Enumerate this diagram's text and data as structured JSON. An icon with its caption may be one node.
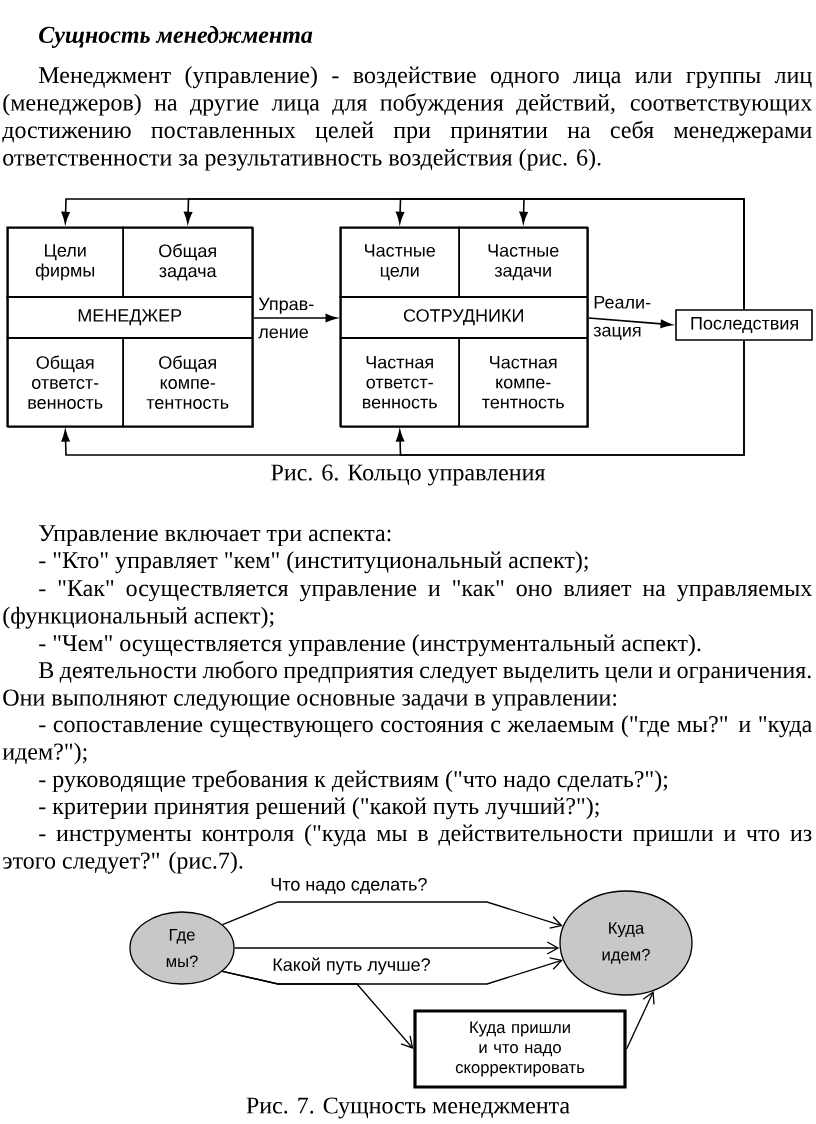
{
  "diagram": {
    "title": "Сущность менеджмента",
    "nodes": [
      {
        "text": [],
        "shape": "box"
      },
      {
        "text": [
          "Цели фирмы"
        ],
        "in": 0
      },
      {
        "text": [
          "Общая задача"
        ],
        "in": 0
      },
      {
        "text": [
          "МЕНЕДЖЕР"
        ],
        "in": 0
      },
      {
        "text": [
          "Общая ответст- венность"
        ],
        "in": 0
      },
      {
        "text": [
          "Общая компе- тентность"
        ],
        "in": 0
      },
      {
        "text": [],
        "shape": "box"
      },
      {
        "text": [
          "Частные цели"
        ],
        "in": 6
      },
      {
        "text": [
          "Частные задачи"
        ],
        "in": 6
      },
      {
        "text": [
          "СОТРУДНИКИ"
        ],
        "in": 6
      },
      {
        "text": [
          "Частная ответст- венность"
        ],
        "in": 6
      },
      {
        "text": [
          "Частная компе- тентность"
        ],
        "in": 6
      },
      {
        "text": [
          "Последствия"
        ]
      },
      {
        "text": [
          "Где мы?"
        ]
      },
      {
        "text": [
          "Куда идем?"
        ]
      },
      {
        "text": [
          "Куда пришли и что надо скорректировать"
        ]
      }
    ],
    "edges": [
      {
        "from": 0,
        "to": 6,
        "arrow": "to",
        "label": "Управ- ление"
      },
      {
        "from": 6,
        "to": 12,
        "arrow": "to",
        "label": "Реали- зация"
      },
      {
        "from": 12,
        "to": 1,
        "arrow": "to"
      },
      {
        "from": 12,
        "to": 2,
        "arrow": "to"
      },
      {
        "from": 12,
        "to": 7,
        "arrow": "to"
      },
      {
        "from": 12,
        "to": 8,
        "arrow": "to"
      },
      {
        "from": 12,
        "to": 4,
        "arrow": "to"
      },
      {
        "from": 12,
        "to": 10,
        "arrow": "to"
      },
      {
        "from": 13,
        "to": 14,
        "arrow": "to",
        "label": "Что надо сделать?"
      },
      {
        "from": 13,
        "to": 14,
        "arrow": "to"
      },
      {
        "from": 13,
        "to": 14,
        "arrow": "to",
        "label": "Какой путь лучше?"
      },
      {
        "from": 13,
        "to": 15,
        "arrow": "to"
      },
      {
        "from": 15,
        "to": 14,
        "arrow": "to"
      }
    ],
    "labels": [
      "Менеджмент (управление) - воздействие одного лица или группы лиц (менеджеров) на другие лица для побуждения действий, соответствующих достижению поставленных целей при принятии на себя менеджерами ответственности за результативность воздействия (рис. 6).",
      "Рис. 6. Кольцо управления",
      "Управление включает три аспекта:",
      "- \"Кто\" управляет \"кем\" (институциональный аспект);",
      "- \"Как\" осуществляется управление и \"как\" оно влияет на управляемых (функциональный аспект);",
      "- \"Чем\" осуществляется управление (инструментальный аспект).",
      "В деятельности любого предприятия следует выделить цели и ограничения. Они выполняют следующие основные задачи в управлении:",
      "- сопоставление существующего состояния с желаемым (\"где мы?\" и \"куда идем?\");",
      "- руководящие требования к действиям (\"что надо сделать?\");",
      "- критерии принятия решений (\"какой путь лучший?\");",
      "- инструменты контроля (\"куда мы в действительности пришли и что из этого следует?\" (рис.7).",
      "Рис. 7. Сущность менеджмента"
    ]
  }
}
